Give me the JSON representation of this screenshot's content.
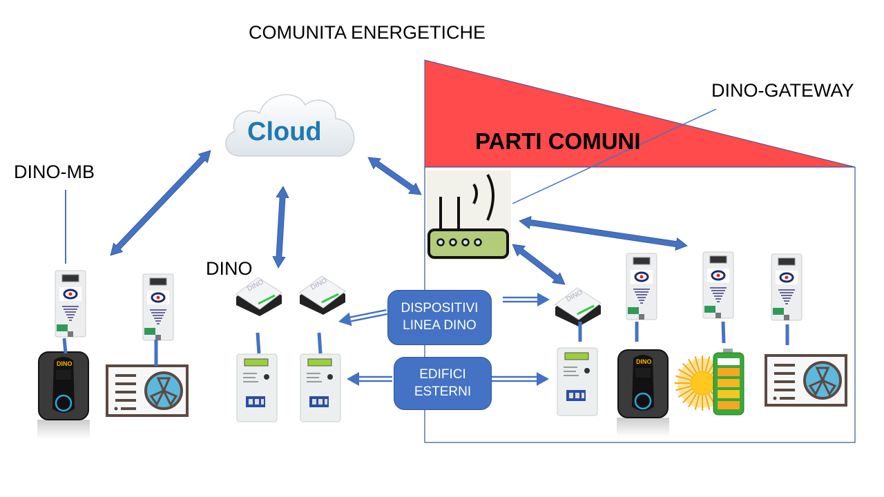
{
  "title": "COMUNITA ENERGETICHE",
  "labels": {
    "cloud": "Cloud",
    "parti_comuni": "PARTI COMUNI",
    "dino_gateway": "DINO-GATEWAY",
    "dino_mb": "DINO-MB",
    "dino": "DINO"
  },
  "callouts": {
    "dispositivi": [
      "DISPOSITIVI",
      "LINEA DINO"
    ],
    "edifici": [
      "EDIFICI",
      "ESTERNI"
    ]
  },
  "device_marks": {
    "dino_box": "DINO",
    "charger": "DINO"
  },
  "colors": {
    "arrow": "#4472c4",
    "red_area": "#ff4b4b",
    "border": "#2f5597"
  }
}
